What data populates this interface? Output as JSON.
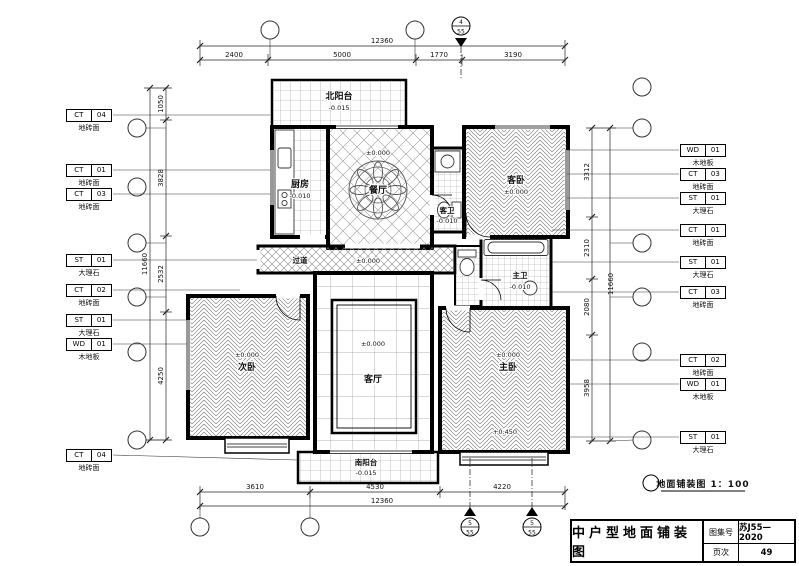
{
  "legend": {
    "text": "地面铺装图 1：100"
  },
  "title_block": {
    "title": "中户型地面铺装图",
    "atlas_label": "图集号",
    "atlas_value": "苏J55—2020",
    "page_label": "页次",
    "page_value": "49"
  },
  "section_markers": {
    "top": {
      "num": "4",
      "sheet": "55"
    },
    "bottom1": {
      "num": "5",
      "sheet": "55"
    },
    "bottom2": {
      "num": "5",
      "sheet": "55"
    }
  },
  "rooms": {
    "north_balcony": {
      "name": "北阳台",
      "level": "-0.015"
    },
    "kitchen": {
      "name": "厨房",
      "level": "-0.010"
    },
    "dining": {
      "name": "餐厅",
      "level": "±0.000"
    },
    "guest_bath": {
      "name": "客卫",
      "level": "-0.010"
    },
    "guest_bed": {
      "name": "客卧",
      "level": "±0.000"
    },
    "corridor": {
      "name": "过道",
      "level": "±0.000"
    },
    "master_bath": {
      "name": "主卫",
      "level": "-0.010"
    },
    "second_bed": {
      "name": "次卧",
      "level": "±0.000"
    },
    "living": {
      "name": "客厅",
      "level": "±0.000"
    },
    "master_bed": {
      "name": "主卧",
      "level": "±0.000"
    },
    "south_balcony": {
      "name": "南阳台",
      "level": "-0.015"
    }
  },
  "annotations": {
    "bay_level": "+0.450"
  },
  "dimensions": {
    "top_total": "12360",
    "top_segments": [
      "2400",
      "5000",
      "1770",
      "3190"
    ],
    "bottom_segments": [
      "3610",
      "4530",
      "4220"
    ],
    "bottom_total": "12360",
    "left_total": "11660",
    "left_segments": [
      "1050",
      "3828",
      "2532",
      "4250"
    ],
    "right_total": "11660",
    "right_segments": [
      "3312",
      "2310",
      "2080",
      "3958"
    ]
  },
  "material_tags": {
    "left": [
      {
        "code": "CT",
        "num": "04",
        "label": "地砖面"
      },
      {
        "code": "CT",
        "num": "01",
        "label": "地砖面"
      },
      {
        "code": "CT",
        "num": "03",
        "label": "地砖面"
      },
      {
        "code": "ST",
        "num": "01",
        "label": "大理石"
      },
      {
        "code": "CT",
        "num": "02",
        "label": "地砖面"
      },
      {
        "code": "ST",
        "num": "01",
        "label": "大理石"
      },
      {
        "code": "WD",
        "num": "01",
        "label": "木地板"
      },
      {
        "code": "CT",
        "num": "04",
        "label": "地砖面"
      }
    ],
    "right": [
      {
        "code": "WD",
        "num": "01",
        "label": "木地板"
      },
      {
        "code": "CT",
        "num": "03",
        "label": "地砖面"
      },
      {
        "code": "ST",
        "num": "01",
        "label": "大理石"
      },
      {
        "code": "CT",
        "num": "01",
        "label": "地砖面"
      },
      {
        "code": "ST",
        "num": "01",
        "label": "大理石"
      },
      {
        "code": "CT",
        "num": "03",
        "label": "地砖面"
      },
      {
        "code": "CT",
        "num": "02",
        "label": "地砖面"
      },
      {
        "code": "WD",
        "num": "01",
        "label": "木地板"
      },
      {
        "code": "ST",
        "num": "01",
        "label": "大理石"
      }
    ]
  }
}
